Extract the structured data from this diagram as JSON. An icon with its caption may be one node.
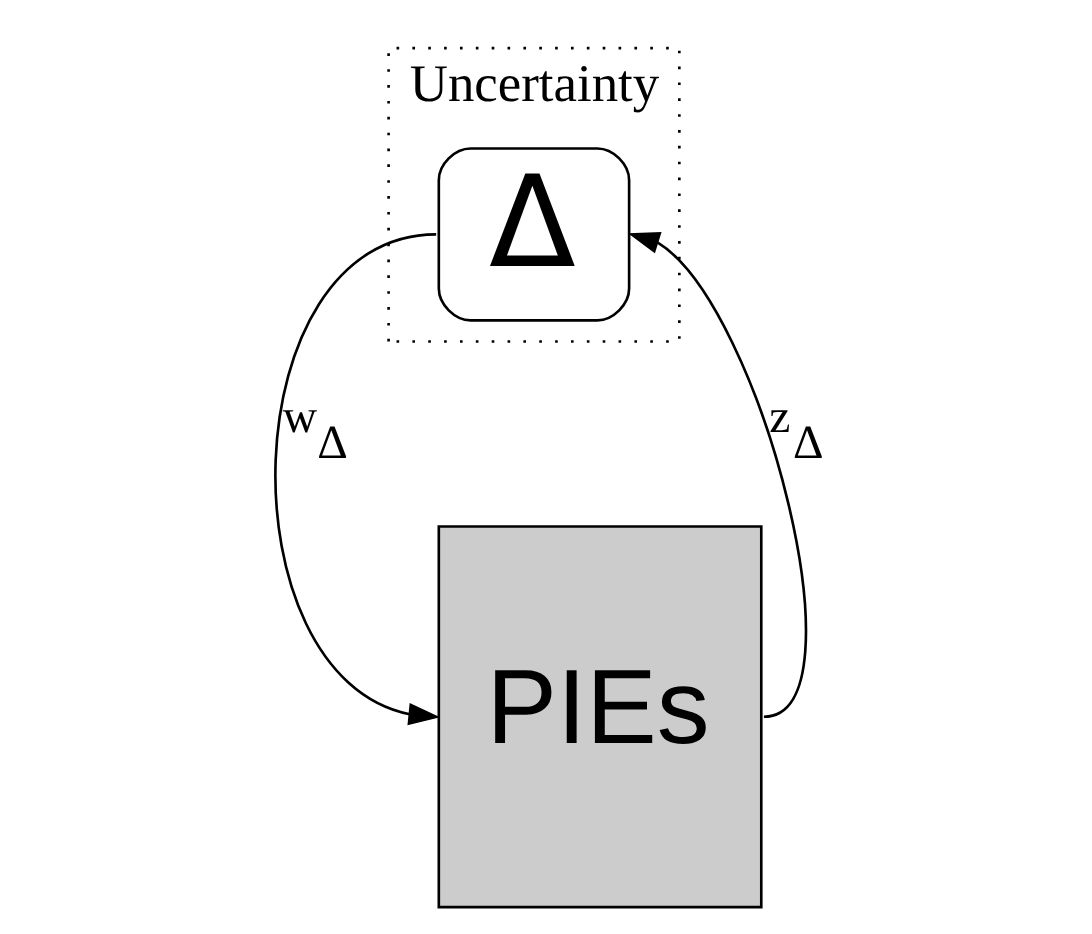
{
  "diagram": {
    "nodes": [
      {
        "text": [
          "Uncertainty"
        ]
      },
      {
        "text": [
          "Δ"
        ],
        "in": 0
      },
      {
        "text": [
          "PIEs"
        ]
      }
    ],
    "edges": [
      {
        "from": 1,
        "to": 2,
        "arrow": "to",
        "label": "w$_{Δ}$"
      },
      {
        "from": 2,
        "to": 1,
        "arrow": "to",
        "label": "z$_{Δ}$"
      }
    ]
  }
}
